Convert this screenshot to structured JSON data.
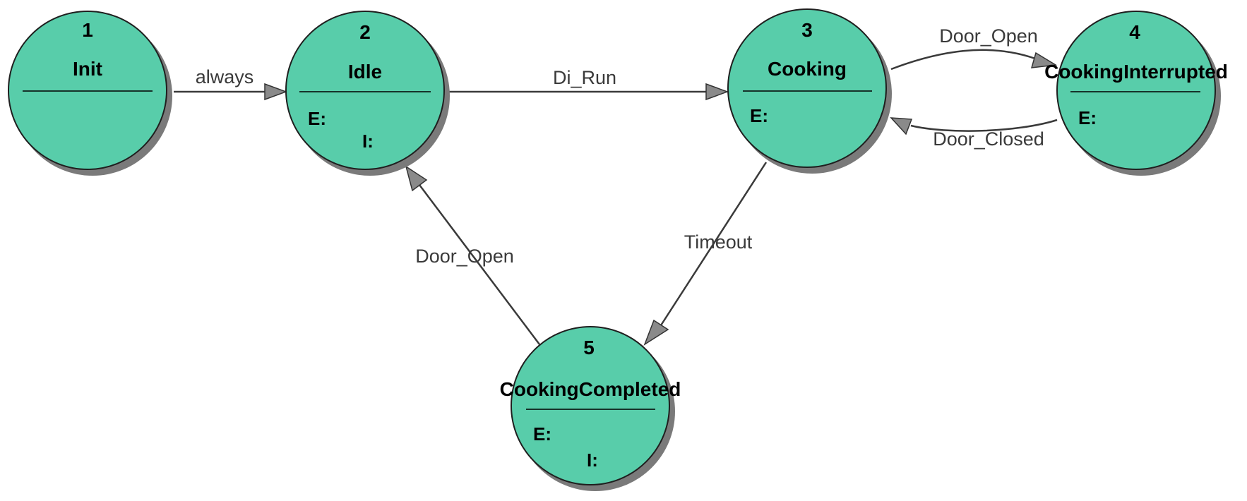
{
  "colors": {
    "state_fill": "#58cdaa",
    "state_shadow": "#7a7a7a",
    "edge": "#3a3a3a",
    "arrowhead": "#8a8a8a"
  },
  "states": [
    {
      "number": "1",
      "name": "Init",
      "entry": "",
      "inside": ""
    },
    {
      "number": "2",
      "name": "Idle",
      "entry": "E:",
      "inside": "I:"
    },
    {
      "number": "3",
      "name": "Cooking",
      "entry": "E:",
      "inside": ""
    },
    {
      "number": "4",
      "name": "CookingInterrupted",
      "entry": "E:",
      "inside": ""
    },
    {
      "number": "5",
      "name": "CookingCompleted",
      "entry": "E:",
      "inside": "I:"
    }
  ],
  "transitions": [
    {
      "from": "1",
      "to": "2",
      "label": "always"
    },
    {
      "from": "2",
      "to": "3",
      "label": "Di_Run"
    },
    {
      "from": "3",
      "to": "4",
      "label": "Door_Open"
    },
    {
      "from": "4",
      "to": "3",
      "label": "Door_Closed"
    },
    {
      "from": "3",
      "to": "5",
      "label": "Timeout"
    },
    {
      "from": "5",
      "to": "2",
      "label": "Door_Open"
    }
  ]
}
